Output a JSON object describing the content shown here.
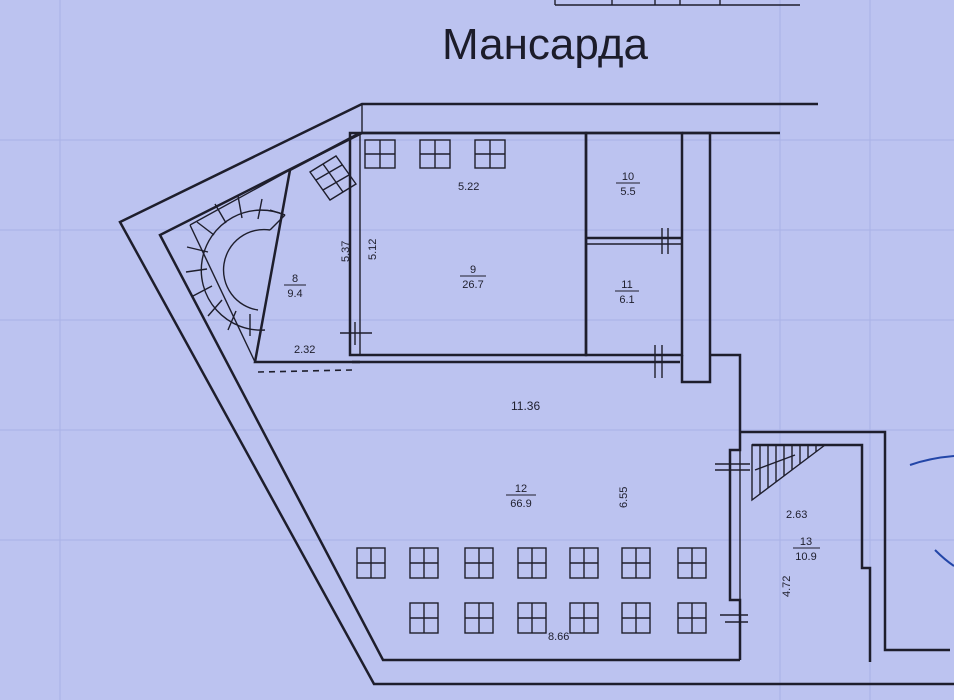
{
  "title": "Мансарда",
  "rooms": [
    {
      "num": "8",
      "area": "9.4"
    },
    {
      "num": "9",
      "area": "26.7"
    },
    {
      "num": "10",
      "area": "5.5"
    },
    {
      "num": "11",
      "area": "6.1"
    },
    {
      "num": "12",
      "area": "66.9"
    },
    {
      "num": "13",
      "area": "10.9"
    }
  ],
  "dimensions": [
    "5.22",
    "5.37",
    "5.12",
    "2.32",
    "11.36",
    "6.55",
    "2.63",
    "4.72",
    "8.66"
  ],
  "colors": {
    "paper": "#bcc3f0",
    "ink": "#1e1e2c"
  }
}
